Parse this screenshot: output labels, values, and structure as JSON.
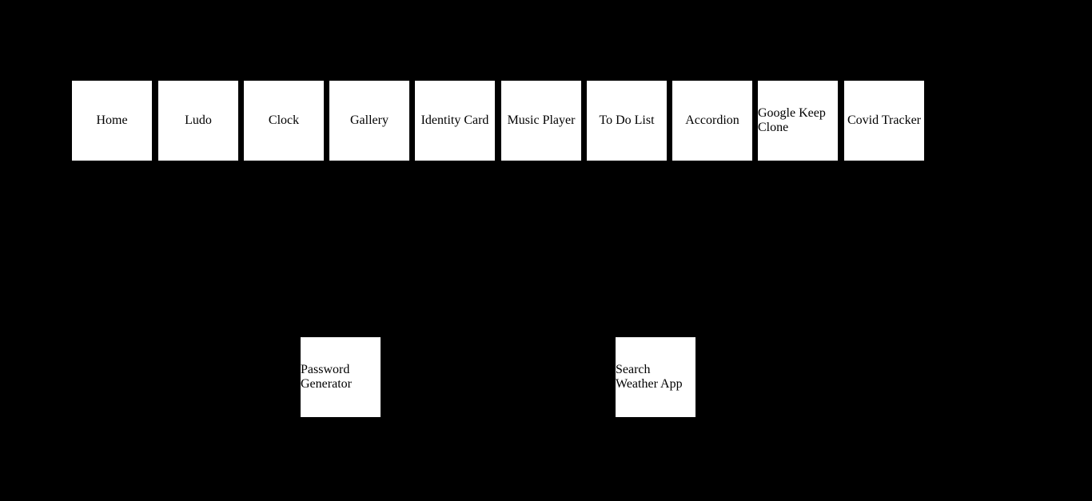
{
  "colors": {
    "background": "#000000",
    "tile": "#ffffff",
    "text": "#000000"
  },
  "nav": {
    "top_row": [
      "Home",
      "Ludo",
      "Clock",
      "Gallery",
      "Identity Card",
      "Music Player",
      "To Do List",
      "Accordion",
      "Google Keep Clone",
      "Covid Tracker"
    ],
    "bottom_row": [
      "Password Generator",
      "Search Weather App"
    ]
  }
}
